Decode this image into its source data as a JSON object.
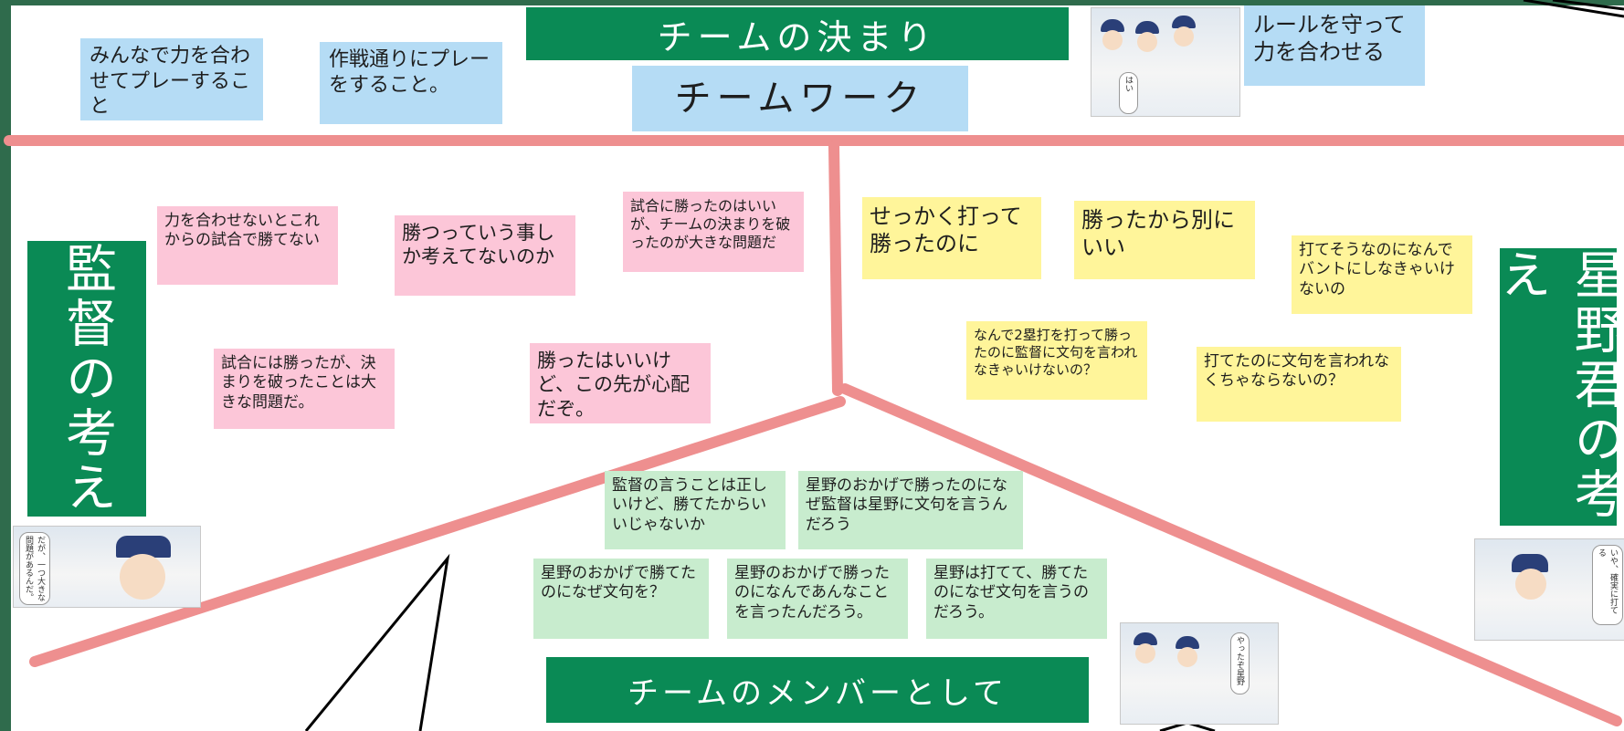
{
  "top": {
    "band_title": "チームの決まり",
    "teamwork": "チームワーク",
    "note1": "みんなで力を合わせてプレーすること",
    "note2": "作戦通りにプレーをすること。",
    "note3": "ルールを守って力を合わせる"
  },
  "left_label": "監督の考え",
  "right_label": "星野君の考え",
  "bottom_label": "チームのメンバーとして",
  "coach_notes": [
    "力を合わせないとこれからの試合で勝てない",
    "勝つっていう事しか考えてないのか",
    "試合に勝ったのはいいが、チームの決まりを破ったのが大きな問題だ",
    "試合には勝ったが、決まりを破ったことは大きな問題だ。",
    "勝ったはいいけど、この先が心配だぞ。"
  ],
  "hoshino_notes": [
    "せっかく打って勝ったのに",
    "勝ったから別にいい",
    "打てそうなのになんでバントにしなきゃいけないの",
    "なんで2塁打を打って勝ったのに監督に文句を言われなきゃいけないの？",
    "打てたのに文句を言われなくちゃならないの？"
  ],
  "member_notes": [
    "監督の言うことは正しいけど、勝てたからいいじゃないか",
    "星野のおかげで勝ったのになぜ監督は星野に文句を言うんだろう",
    "星野のおかげで勝てたのになぜ文句を？",
    "星野のおかげで勝ったのになんであんなことを言ったんだろう。",
    "星野は打てて、勝てたのになぜ文句を言うのだろう。"
  ],
  "comic_bubbles": {
    "c1": "はい",
    "c2": "だが、一つ大きな問題があるんだ。",
    "c3": "いや、確実に打てる",
    "c4": "やったぞ星野"
  },
  "colors": {
    "green_band": "#0a8a55",
    "line": "#ee8f8f",
    "blue_note": "#b5dcf5",
    "pink_note": "#fcc6d8",
    "yellow_note": "#fff59a",
    "green_note": "#c8ecce"
  }
}
